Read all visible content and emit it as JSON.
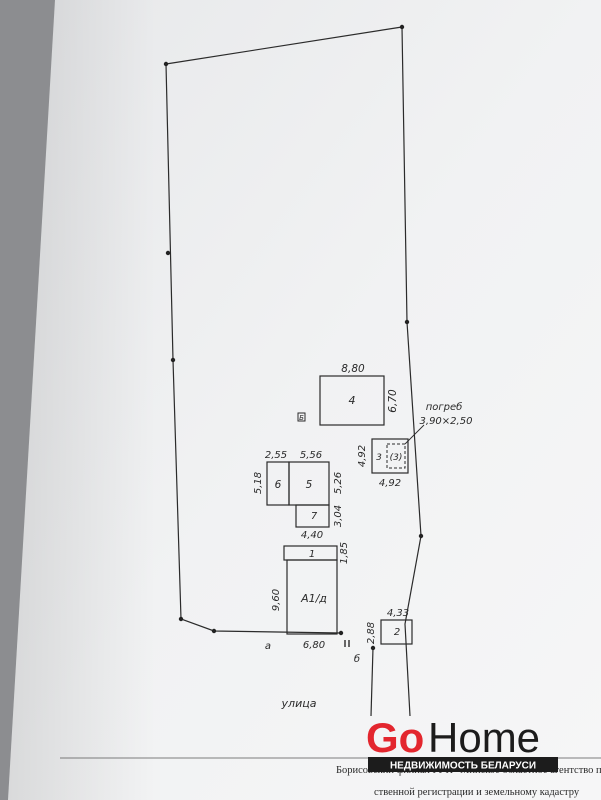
{
  "plan": {
    "buildings": {
      "b4": {
        "number": "4",
        "top": "8,80",
        "side": "6,70"
      },
      "b6": {
        "number": "6",
        "top": "2,55",
        "side": "5,18"
      },
      "b5": {
        "number": "5",
        "top": "5,56",
        "side": "5,26"
      },
      "b7": {
        "number": "7",
        "side": "3,04",
        "bottom": "4,40"
      },
      "b1": {
        "number": "1",
        "side": "1,85"
      },
      "main": {
        "number": "А1/д",
        "side": "9,60",
        "bottom": "6,80"
      },
      "b3": {
        "number": "3",
        "cellar": "(3)",
        "side": "4,92",
        "bottom": "4,92"
      },
      "b2": {
        "number": "2",
        "top": "4,33",
        "side": "2,88"
      }
    },
    "cellar_note": {
      "label": "погреб",
      "size": "3,90×2,50"
    },
    "point_a": "а",
    "point_b": "б",
    "entrance_mark": "Б",
    "street": "улица"
  },
  "watermark": {
    "go": "Go",
    "home": "Home",
    "subtitle": "НЕДВИЖИМОСТЬ БЕЛАРУСИ"
  },
  "footer": {
    "line1": "Борисовский филиал РУП \"Минское областное агентство п",
    "line2": "ственной регистрации и земельному кадастру"
  },
  "colors": {
    "paper": "#f4f5f6",
    "line": "#2b2b2b",
    "brand_red": "#e3262e",
    "brand_dark": "#1c1c1c"
  }
}
